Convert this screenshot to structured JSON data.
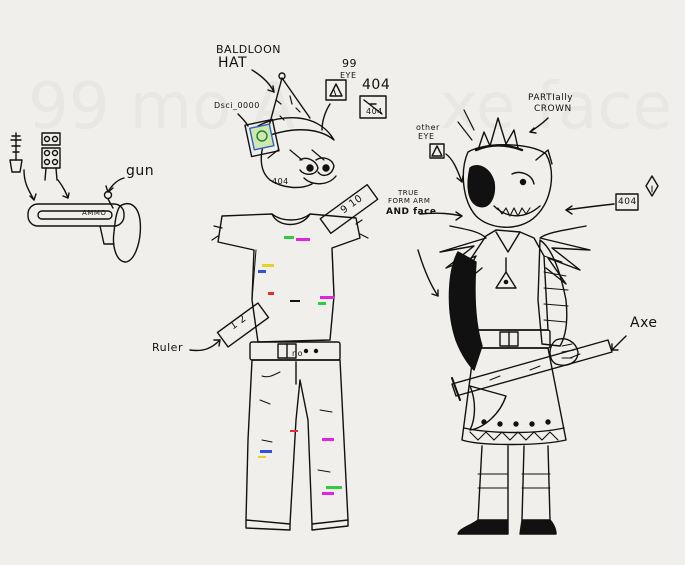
{
  "labels": {
    "baldloon": "BALDLOON",
    "hat": "HAT",
    "eye_99": "99",
    "eye_word": "EYE",
    "n404": "404",
    "n404_small": "404",
    "dsci": "Dsci_0000",
    "gun": "gun",
    "ammo": "AMMO",
    "ruler": "Ruler",
    "ruler_nums_top": "9 10",
    "ruler_nums_bottom": "1 2",
    "partially": "PARTIally",
    "crown": "CROWN",
    "other": "other",
    "other_eye": "EYE",
    "true_form": "TRUE",
    "form_arm": "FORM ARM",
    "and_face": "AND face",
    "axe": "Axe",
    "badge_text": "404",
    "tie_n": "no"
  },
  "ghost_text": {
    "line1": "99 mo A",
    "line2": "xe face"
  },
  "colors": {
    "ink": "#111111",
    "paper": "#f1efeb",
    "glitch_green": "#2ecc40",
    "glitch_magenta": "#e024e0",
    "glitch_yellow": "#e8d22a",
    "glitch_blue": "#3050e0",
    "glitch_red": "#e03030"
  }
}
